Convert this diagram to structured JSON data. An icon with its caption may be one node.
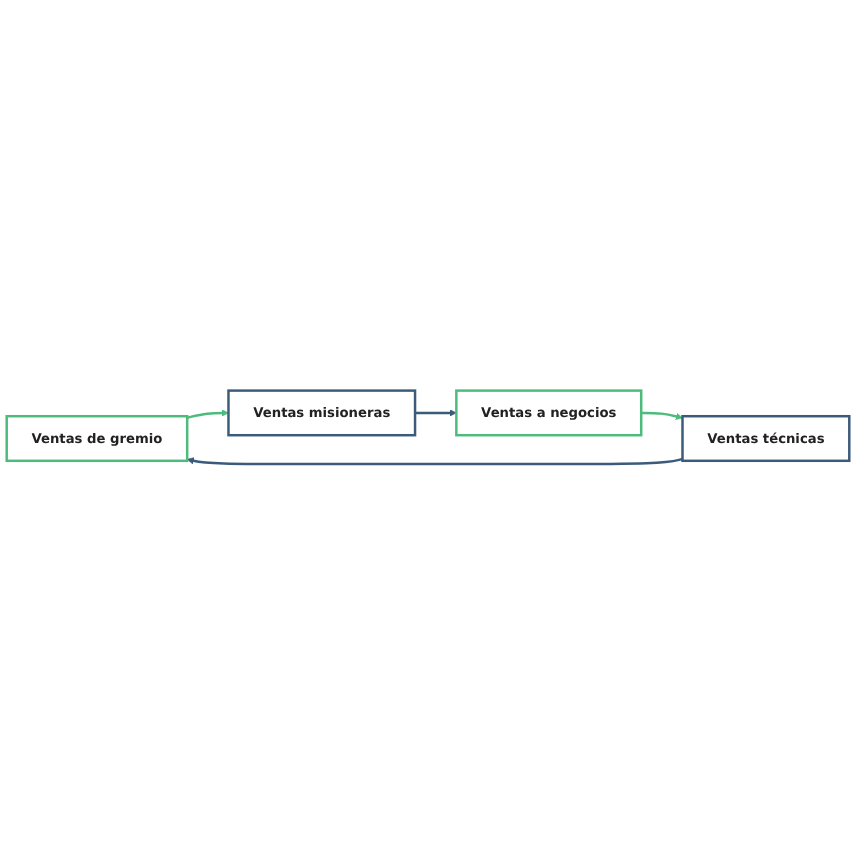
{
  "diagram": {
    "nodes": [
      {
        "text": [
          "Ventas de gremio"
        ]
      },
      {
        "text": [
          "Ventas misioneras"
        ]
      },
      {
        "text": [
          "Ventas a negocios"
        ]
      },
      {
        "text": [
          "Ventas técnicas"
        ]
      }
    ],
    "edges": [
      {
        "from": 0,
        "to": 1,
        "arrow": "to",
        "color": "#4dbb7b"
      },
      {
        "from": 1,
        "to": 2,
        "arrow": "to",
        "color": "#3b5b7a"
      },
      {
        "from": 2,
        "to": 3,
        "arrow": "to",
        "color": "#4dbb7b"
      },
      {
        "from": 3,
        "to": 0,
        "arrow": "to",
        "color": "#3b5b7a"
      }
    ]
  }
}
